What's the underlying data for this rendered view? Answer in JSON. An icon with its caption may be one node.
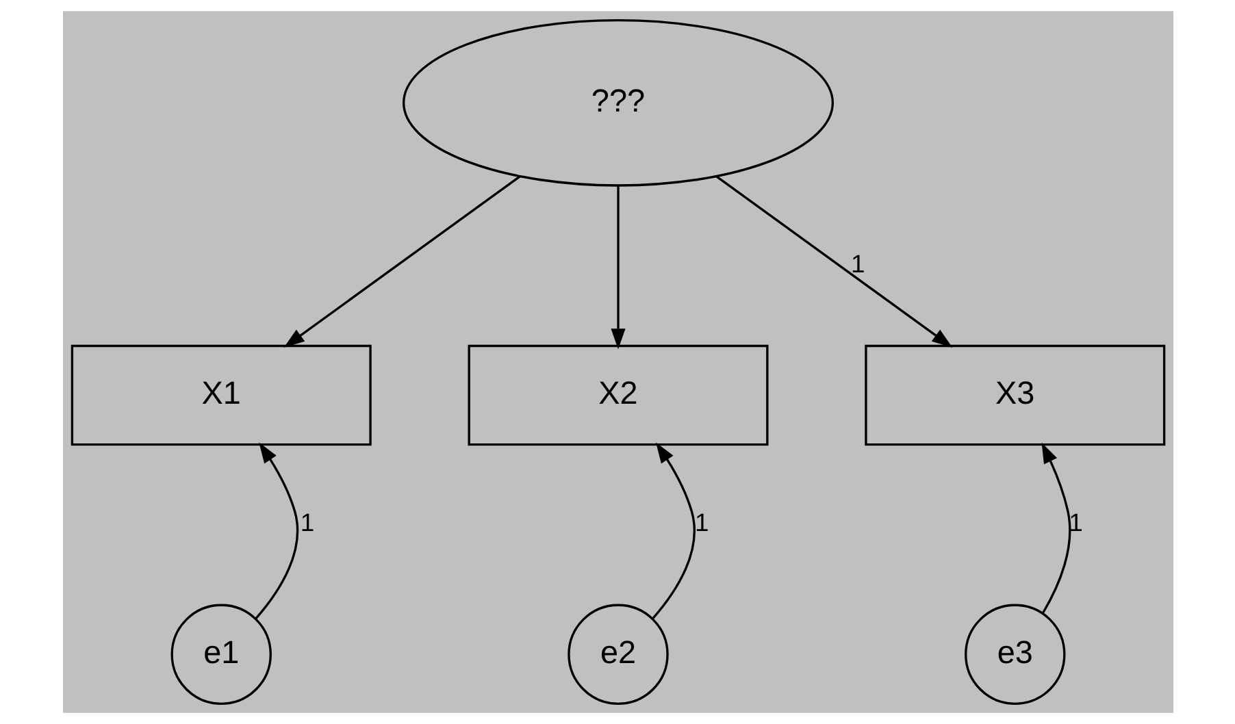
{
  "diagram": {
    "nodes": [
      {
        "text": [
          "???"
        ]
      },
      {
        "text": [
          "X1"
        ]
      },
      {
        "text": [
          "X2"
        ]
      },
      {
        "text": [
          "X3"
        ]
      },
      {
        "text": [
          "e1"
        ]
      },
      {
        "text": [
          "e2"
        ]
      },
      {
        "text": [
          "e3"
        ]
      }
    ],
    "edges": [
      {
        "from": 0,
        "to": 1,
        "arrow": "to"
      },
      {
        "from": 0,
        "to": 2,
        "arrow": "to"
      },
      {
        "from": 0,
        "to": 3,
        "arrow": "to",
        "label": "1"
      },
      {
        "from": 4,
        "to": 1,
        "arrow": "to",
        "label": "1"
      },
      {
        "from": 5,
        "to": 2,
        "arrow": "to",
        "label": "1"
      },
      {
        "from": 6,
        "to": 3,
        "arrow": "to",
        "label": "1"
      }
    ]
  }
}
